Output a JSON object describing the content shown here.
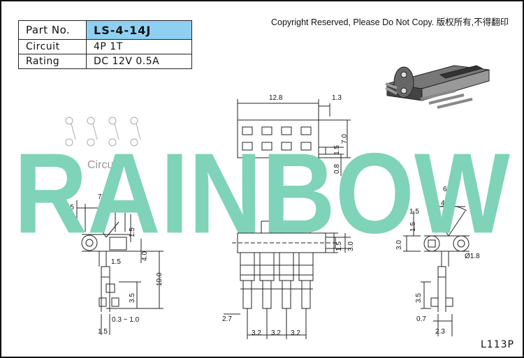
{
  "spec_table": {
    "part_no_label": "Part No.",
    "part_no_value": "LS-4-14J",
    "circuit_label": "Circuit",
    "circuit_value": "4P 1T",
    "rating_label": "Rating",
    "rating_value": "DC 12V 0.5A"
  },
  "copyright": "Copyright Reserved, Please Do Not Copy. 版权所有,不得翻印",
  "watermark": "RAINBOW",
  "page_code": "L113P",
  "circuit_diagram_label": "Circuit",
  "colors": {
    "part_no_highlight": "#8fd0f2",
    "watermark": "#7fd3b8"
  },
  "dimensions": {
    "side_view": {
      "width_total": "7.0",
      "inner": "4.0",
      "left_margin": "1.5",
      "right_margin": "1.5",
      "height_upper": "1.5",
      "offset_a": "1.5",
      "offset_b": "4.0",
      "overall_height": "10.0",
      "pin_length": "3.5",
      "gap_range": "0.3 ~ 1.0",
      "pin_width": "1.5"
    },
    "top_view": {
      "length": "12.8",
      "margin": "1.3",
      "width": "7.0",
      "pad": "1.5",
      "pad_offset": "0.8"
    },
    "front_view": {
      "pitch_1": "3.2",
      "pitch_2": "3.2",
      "pitch_3": "3.2",
      "offset": "2.7",
      "height_a": "1.5",
      "height_b": "3.0"
    },
    "end_view": {
      "angle": "60°",
      "inner": "4.0",
      "margin": "1.5",
      "height_a": "1.5",
      "height_b": "3.0",
      "hole_dia": "Ø1.8",
      "pin_length": "3.5",
      "offset_a": "0.7",
      "offset_b": "2.3"
    }
  }
}
